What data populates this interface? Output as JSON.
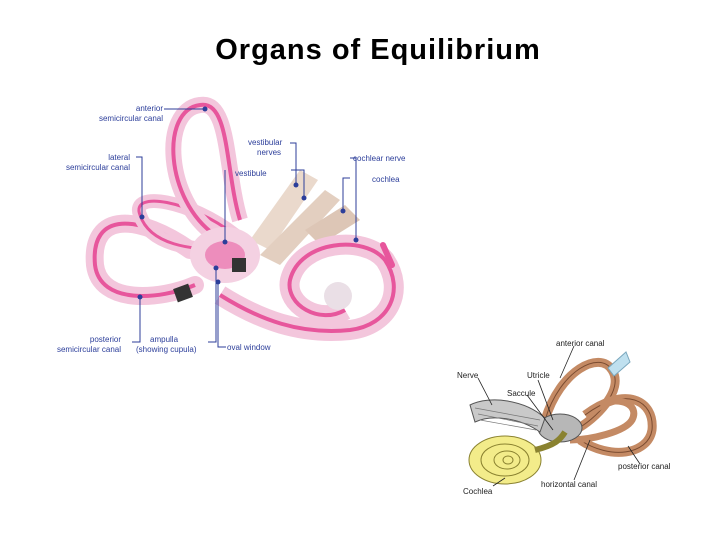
{
  "title": "Organs of Equilibrium",
  "diagram1": {
    "labels": {
      "anterior_1": "anterior",
      "anterior_2": "semicircular canal",
      "vestibular_1": "vestibular",
      "vestibular_2": "nerves",
      "cochlear_nerve": "cochlear nerve",
      "lateral_1": "lateral",
      "lateral_2": "semicircular canal",
      "vestibule": "vestibule",
      "cochlea": "cochlea",
      "posterior_1": "posterior",
      "posterior_2": "semicircular canal",
      "ampulla_1": "ampulla",
      "ampulla_2": "(showing cupula)",
      "oval_window": "oval window"
    }
  },
  "diagram2": {
    "labels": {
      "anterior_canal": "anterior canal",
      "nerve": "Nerve",
      "utricle": "Utricle",
      "saccule": "Saccule",
      "posterior_canal": "posterior canal",
      "cochlea": "Cochlea",
      "horizontal_canal": "horizontal canal"
    }
  },
  "colors": {
    "pink": "#e7569c",
    "light_pink": "#f3c6dc",
    "bone": "#ead9cc",
    "label_blue": "#2c3e9a",
    "canal_brown": "#c48a64",
    "cochlea_yellow": "#f3ec8a"
  }
}
